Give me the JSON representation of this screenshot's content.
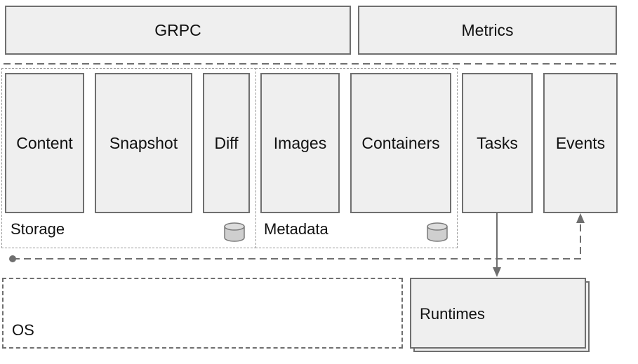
{
  "top": {
    "grpc": "GRPC",
    "metrics": "Metrics"
  },
  "storage": {
    "label": "Storage",
    "components": [
      "Content",
      "Snapshot",
      "Diff"
    ],
    "icon": "database-icon"
  },
  "metadata": {
    "label": "Metadata",
    "components": [
      "Images",
      "Containers"
    ],
    "icon": "database-icon"
  },
  "services": [
    "Tasks",
    "Events"
  ],
  "bottom": {
    "os": "OS",
    "runtimes": "Runtimes"
  }
}
